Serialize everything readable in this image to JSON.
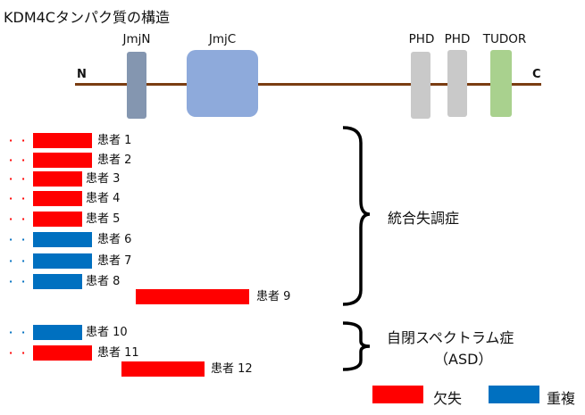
{
  "title": "KDM4Cタンパク質の構造",
  "protein": {
    "n_label": "N",
    "c_label": "C",
    "domains": [
      {
        "label": "JmjN",
        "color": "#8496b0"
      },
      {
        "label": "JmjC",
        "color": "#8eaadb"
      },
      {
        "label": "PHD",
        "color": "#c9c9c9"
      },
      {
        "label": "PHD",
        "color": "#c9c9c9"
      },
      {
        "label": "TUDOR",
        "color": "#a9d18e"
      }
    ]
  },
  "patients": [
    {
      "label": "患者 1",
      "type": "deletion"
    },
    {
      "label": "患者 2",
      "type": "deletion"
    },
    {
      "label": "患者 3",
      "type": "deletion"
    },
    {
      "label": "患者 4",
      "type": "deletion"
    },
    {
      "label": "患者 5",
      "type": "deletion"
    },
    {
      "label": "患者 6",
      "type": "duplication"
    },
    {
      "label": "患者 7",
      "type": "duplication"
    },
    {
      "label": "患者 8",
      "type": "duplication"
    },
    {
      "label": "患者 9",
      "type": "deletion"
    },
    {
      "label": "患者 10",
      "type": "duplication"
    },
    {
      "label": "患者 11",
      "type": "deletion"
    },
    {
      "label": "患者 12",
      "type": "deletion"
    }
  ],
  "groups": {
    "schizophrenia": {
      "label": "統合失調症"
    },
    "asd": {
      "label": "自閉スペクトラム症",
      "sublabel": "（ASD）"
    }
  },
  "legend": {
    "deletion": {
      "label": "欠失",
      "color": "#ff0000"
    },
    "duplication": {
      "label": "重複",
      "color": "#0070c0"
    }
  },
  "dots": "· ·"
}
